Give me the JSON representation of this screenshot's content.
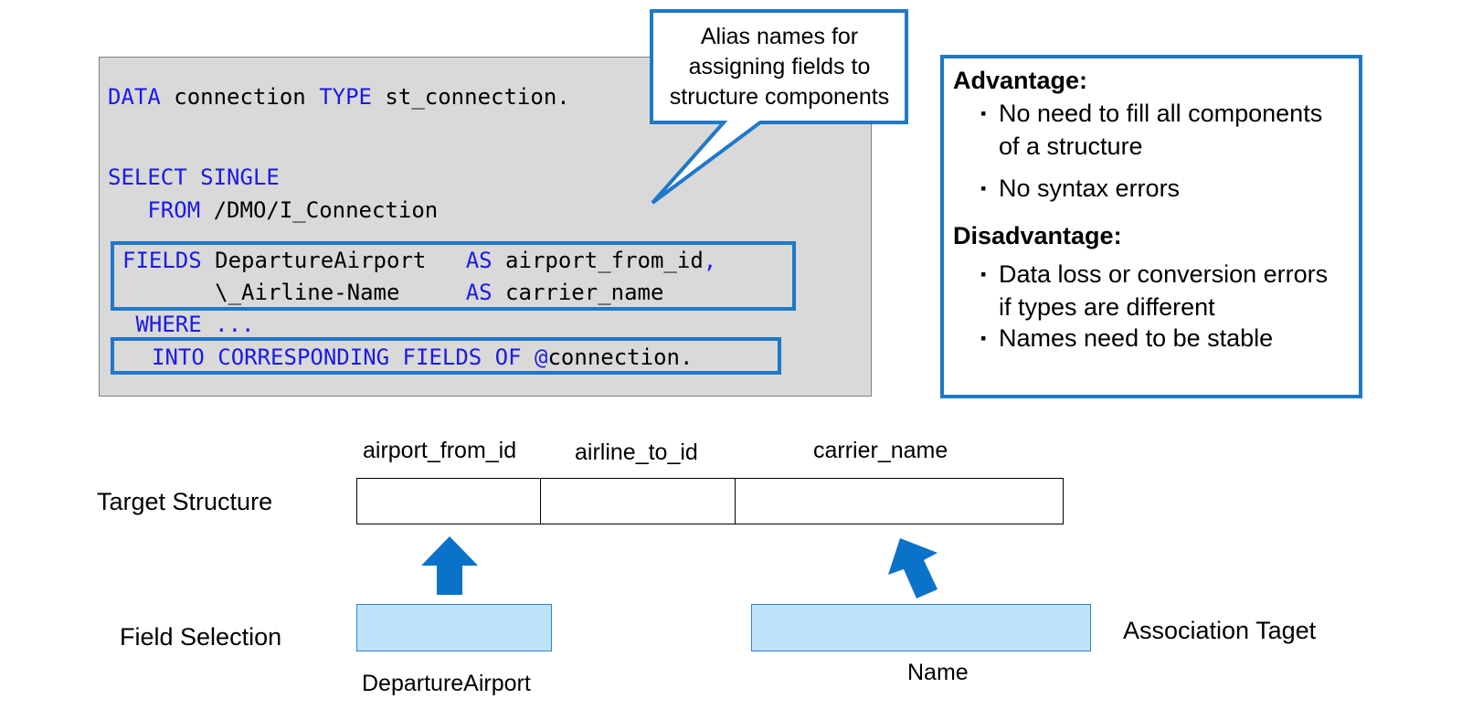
{
  "code": {
    "lines": [
      [
        {
          "t": "DATA",
          "kw": true
        },
        {
          "t": " connection ",
          "kw": false
        },
        {
          "t": "TYPE",
          "kw": true
        },
        {
          "t": " st_connection.",
          "kw": false
        }
      ],
      [
        {
          "t": "SELECT SINGLE",
          "kw": true
        }
      ],
      [
        {
          "t": "   FROM",
          "kw": true
        },
        {
          "t": " /DMO/I_Connection",
          "kw": false
        }
      ],
      [
        {
          "t": "FIELDS",
          "kw": true
        },
        {
          "t": " DepartureAirport   ",
          "kw": false
        },
        {
          "t": "AS",
          "kw": true
        },
        {
          "t": " airport_from_id",
          "kw": false
        },
        {
          "t": ",",
          "kw": true
        }
      ],
      [
        {
          "t": "       \\_Airline-Name     ",
          "kw": false
        },
        {
          "t": "AS",
          "kw": true
        },
        {
          "t": " carrier_name",
          "kw": false
        }
      ],
      [
        {
          "t": " WHERE ...",
          "kw": true
        }
      ],
      [
        {
          "t": "INTO CORRESPONDING FIELDS OF @",
          "kw": true
        },
        {
          "t": "connection.",
          "kw": false
        }
      ]
    ]
  },
  "callout": {
    "text": "Alias names for assigning fields to structure components"
  },
  "pros_cons": {
    "advantage_heading": "Advantage:",
    "advantages": [
      "No need to fill all components of a structure",
      "No syntax errors"
    ],
    "disadvantage_heading": "Disadvantage:",
    "disadvantages": [
      "Data loss or conversion errors if types are different",
      "Names need to be stable"
    ],
    "bullet": "▪"
  },
  "diagram": {
    "target_label": "Target Structure",
    "field_selection_label": "Field Selection",
    "association_label": "Association Taget",
    "components": [
      "airport_from_id",
      "airline_to_id",
      "carrier_name"
    ],
    "source_fields": [
      "DepartureAirport",
      "Name"
    ]
  },
  "colors": {
    "accent_blue": "#1f78c8",
    "keyword_blue": "#1a1ae6",
    "code_background": "#d9d9d9",
    "source_fill": "#bfe3fa",
    "arrow_blue": "#0a72c8"
  }
}
